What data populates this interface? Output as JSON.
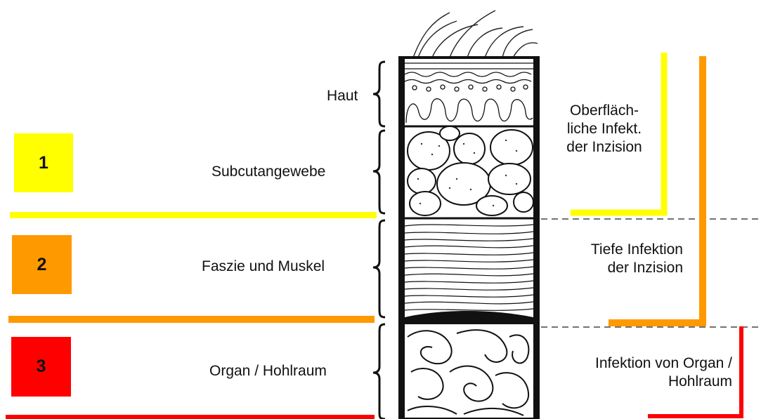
{
  "colors": {
    "level1": "#ffff00",
    "level2": "#ff9900",
    "level3": "#ff0000",
    "ink": "#111111"
  },
  "levels": [
    {
      "number": "1"
    },
    {
      "number": "2"
    },
    {
      "number": "3"
    }
  ],
  "layers": {
    "skin": "Haut",
    "subcutaneous": "Subcutangewebe",
    "fascia_muscle": "Faszie und Muskel",
    "organ_cavity": "Organ / Hohlraum"
  },
  "infections": {
    "superficial": [
      "Oberfläch-",
      "liche Infekt.",
      "der Inzision"
    ],
    "deep": [
      "Tiefe Infektion",
      "der Inzision"
    ],
    "organ": [
      "Infektion von Organ /",
      "Hohlraum"
    ]
  }
}
